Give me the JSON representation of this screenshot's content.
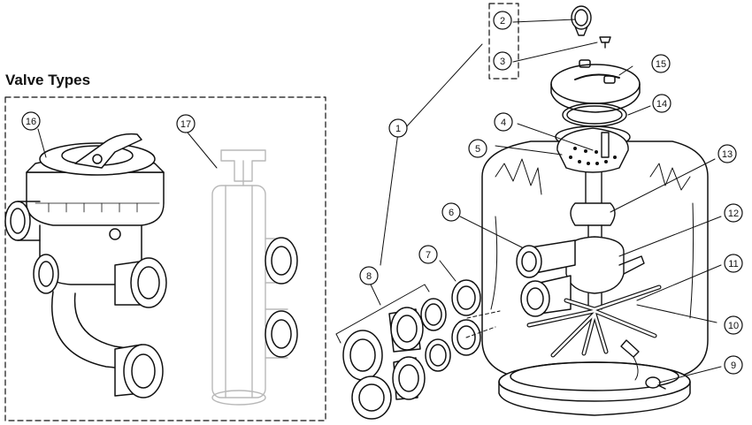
{
  "title": "Valve Types",
  "colors": {
    "line": "#111111",
    "muted": "#b8b8b8",
    "fill": "#ffffff"
  },
  "callouts": [
    "1",
    "2",
    "3",
    "4",
    "5",
    "6",
    "7",
    "8",
    "9",
    "10",
    "11",
    "12",
    "13",
    "14",
    "15",
    "16",
    "17"
  ],
  "parts": {
    "valve_side_mount": "16",
    "valve_slide": "17",
    "tank": "1",
    "gauge": "2",
    "air_relief": "3",
    "diffuser": "4",
    "standpipe_top": "5",
    "lateral_port": "6",
    "seal_ring": "7",
    "union_set": "8",
    "drain_plug": "9",
    "lateral": "10",
    "lateral_assembly": "11",
    "manifold": "12",
    "standpipe": "13",
    "o_ring": "14",
    "lid": "15"
  }
}
